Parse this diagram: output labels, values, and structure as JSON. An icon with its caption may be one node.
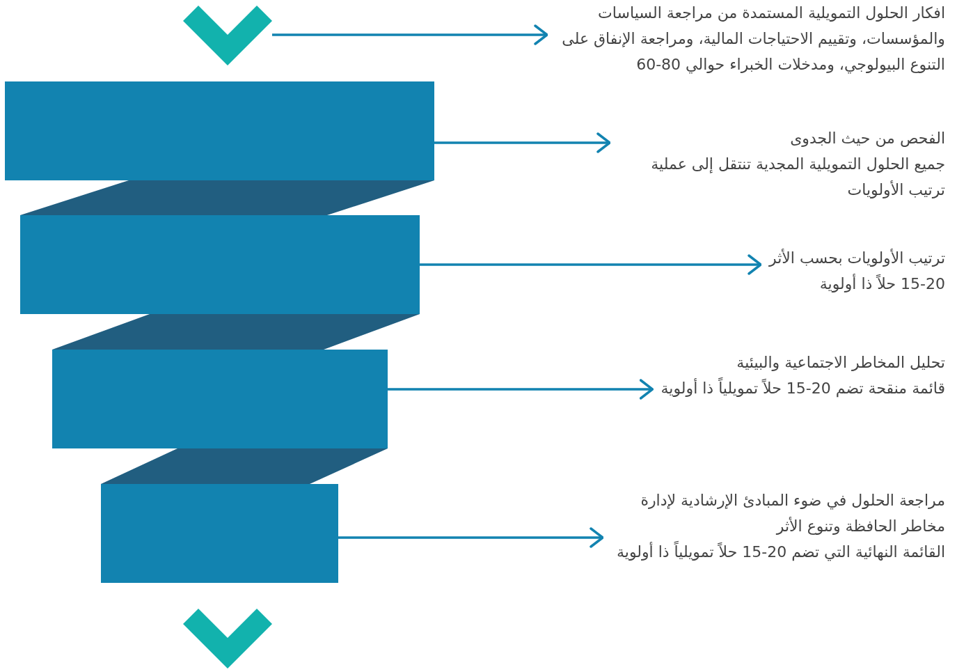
{
  "diagram": {
    "nodes": [
      {
        "text": [],
        "shape": "chevron"
      },
      {
        "text": [
          "افكار الحلول التمويلية المستمدة من مراجعة السياسات والمؤسسات، وتقييم الاحتياجات المالية، ومراجعة الإنفاق على التنوع البيولوجي، ومدخلات الخبراء حوالي 80-60"
        ]
      },
      {
        "text": [],
        "shape": "bar"
      },
      {
        "text": [
          "الفحص من حيث الجدوى",
          "جميع الحلول التمويلية المجدية تنتقل إلى عملية ترتيب الأولويات"
        ]
      },
      {
        "text": [],
        "shape": "bar"
      },
      {
        "text": [
          "ترتيب الأولويات بحسب الأثر",
          "15-20 حلاً ذا أولوية"
        ]
      },
      {
        "text": [],
        "shape": "bar"
      },
      {
        "text": [
          "تحليل المخاطر الاجتماعية والبيئية",
          "قائمة منقحة تضم 20-15 حلاً تمويلياً ذا أولوية"
        ]
      },
      {
        "text": [],
        "shape": "bar"
      },
      {
        "text": [
          "مراجعة الحلول في ضوء المبادئ الإرشادية لإدارة مخاطر الحافظة وتنوع الأثر",
          "القائمة النهائية التي تضم 20-15 حلاً تمويلياً ذا أولوية"
        ]
      },
      {
        "text": [],
        "shape": "chevron"
      }
    ],
    "edges": [
      {
        "from": 0,
        "to": 1,
        "arrow": "to"
      },
      {
        "from": 2,
        "to": 3,
        "arrow": "to"
      },
      {
        "from": 4,
        "to": 5,
        "arrow": "to"
      },
      {
        "from": 6,
        "to": 7,
        "arrow": "to"
      },
      {
        "from": 8,
        "to": 9,
        "arrow": "to"
      }
    ]
  }
}
